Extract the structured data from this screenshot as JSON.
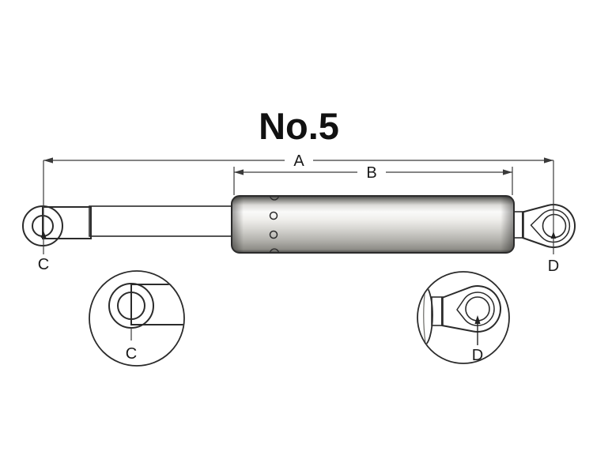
{
  "title": "No.5",
  "drawing": {
    "dimensions": {
      "overall_length_label": "A",
      "body_length_label": "B",
      "rod_eyelet_label": "C",
      "body_eyelet_label": "D"
    },
    "detail_views": {
      "left_detail_label": "C",
      "right_detail_label": "D"
    }
  },
  "colors": {
    "background": "#ffffff",
    "outline": "#2b2b2b",
    "dimension_line": "#3a3a3a",
    "label_text": "#1a1a1a",
    "metal_light": "#d9d8d3",
    "metal_mid": "#b5b4af",
    "rod_black": "#111111",
    "hole_white": "#ffffff"
  }
}
